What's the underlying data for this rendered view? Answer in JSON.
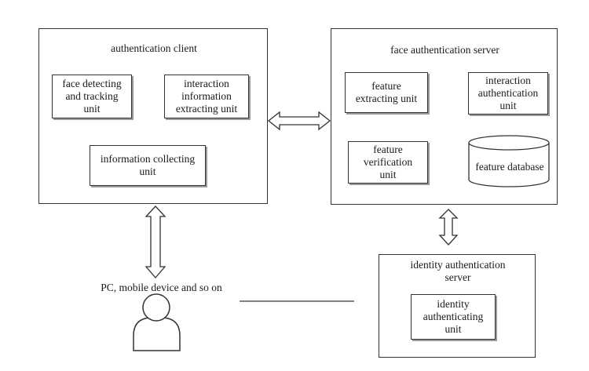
{
  "authentication_client": {
    "title": "authentication client",
    "units": {
      "face_detecting": "face detecting\nand tracking\nunit",
      "interaction_extracting": "interaction\ninformation\nextracting unit",
      "information_collecting": "information collecting\nunit"
    }
  },
  "face_authentication_server": {
    "title": "face authentication server",
    "units": {
      "feature_extracting": "feature\nextracting unit",
      "interaction_authentication": "interaction\nauthentication\nunit",
      "feature_verification": "feature\nverification\nunit",
      "feature_database": "feature database"
    }
  },
  "identity_authentication_server": {
    "title": "identity authentication\nserver",
    "units": {
      "identity_authenticating": "identity\nauthenticating\nunit"
    }
  },
  "user": {
    "label": "PC, mobile device and so on",
    "icon": "person-icon"
  }
}
